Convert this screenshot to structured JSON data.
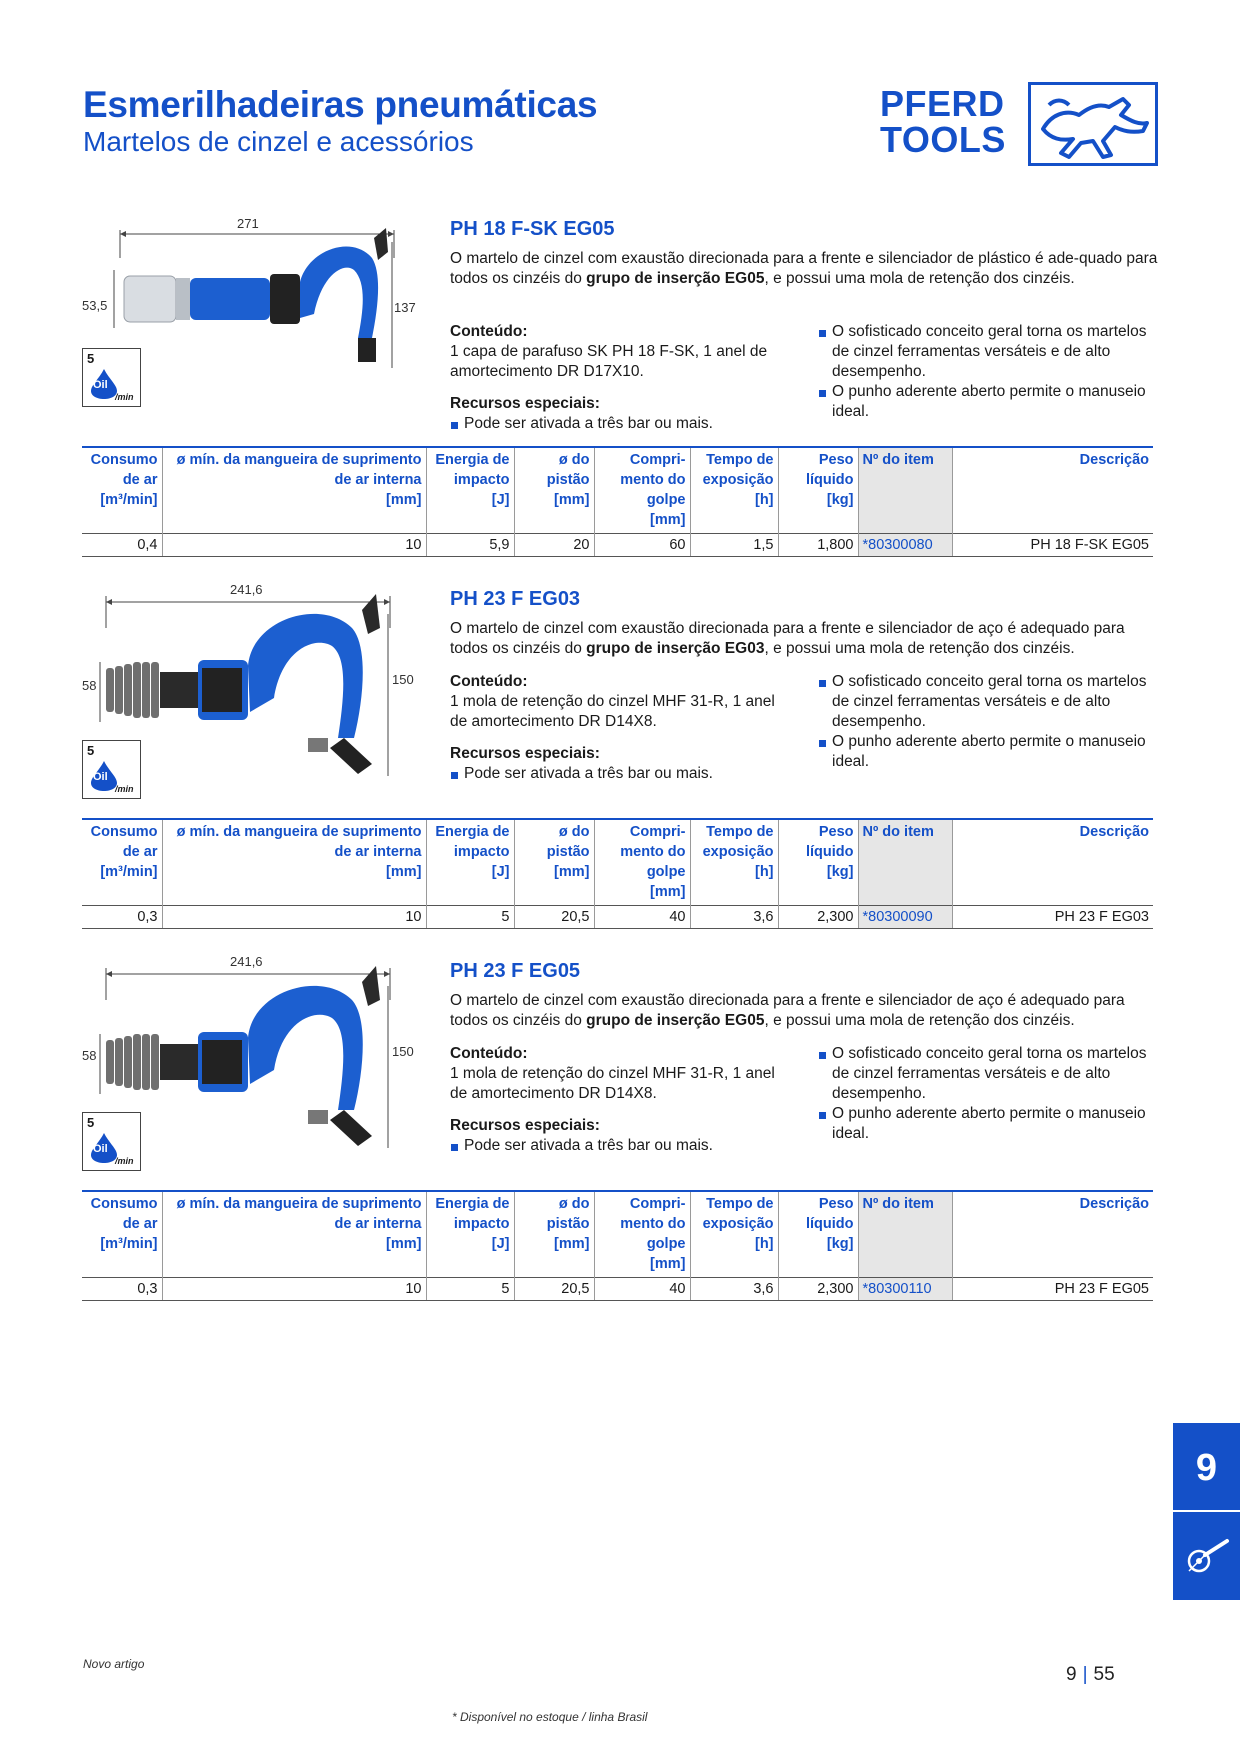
{
  "header": {
    "title": "Esmerilhadeiras pneumáticas",
    "subtitle": "Martelos de cinzel e acessórios",
    "logo_line1": "PFERD",
    "logo_line2": "TOOLS"
  },
  "labels": {
    "contents": "Conteúdo:",
    "special": "Recursos especiais:",
    "oil_num": "5",
    "oil_label": "Oil",
    "oil_unit": "/min"
  },
  "table_headers": {
    "c1": [
      "Consumo",
      "de ar",
      "[m³/min]"
    ],
    "c2": [
      "ø mín. da mangueira de suprimento",
      "de ar interna",
      "[mm]"
    ],
    "c3": [
      "Energia de",
      "impacto",
      "[J]"
    ],
    "c4": [
      "ø do",
      "pistão",
      "[mm]"
    ],
    "c5": [
      "Compri-",
      "mento do",
      "golpe",
      "[mm]"
    ],
    "c6": [
      "Tempo de",
      "exposição",
      "[h]"
    ],
    "c7": [
      "Peso",
      "líquido",
      "[kg]"
    ],
    "c8": [
      "Nº do item"
    ],
    "c9": [
      "Descrição"
    ]
  },
  "products": [
    {
      "title": "PH 18 F-SK EG05",
      "desc_a": "O martelo de cinzel com exaustão direcionada para a frente e silenciador de plástico é ade-quado para todos os cinzéis do ",
      "desc_b": "grupo de inserção EG05",
      "desc_c": ", e possui uma mola de retenção dos cinzéis.",
      "contents": "1 capa de parafuso SK PH 18 F-SK, 1 anel de amortecimento DR D17X10.",
      "special": "Pode ser ativada a três bar ou mais.",
      "features": [
        "O sofisticado conceito geral torna os martelos de cinzel ferramentas versáteis e de alto desempenho.",
        "O punho aderente aberto permite o manuseio ideal."
      ],
      "dim_length": "271",
      "dim_diameter": "53,5",
      "dim_height": "137",
      "row": [
        "0,4",
        "10",
        "5,9",
        "20",
        "60",
        "1,5",
        "1,800",
        "*80300080",
        "PH 18 F-SK EG05"
      ]
    },
    {
      "title": "PH 23 F EG03",
      "desc_a": "O martelo de cinzel com exaustão direcionada para a frente e silenciador de aço é adequado para todos os cinzéis do ",
      "desc_b": "grupo de inserção EG03",
      "desc_c": ", e possui uma mola de retenção dos cinzéis.",
      "contents": "1 mola de retenção do cinzel MHF 31-R, 1 anel de amortecimento DR D14X8.",
      "special": "Pode ser ativada a três bar ou mais.",
      "features": [
        "O sofisticado conceito geral torna os martelos de cinzel ferramentas versáteis e de alto desempenho.",
        "O punho aderente aberto permite o manuseio ideal."
      ],
      "dim_length": "241,6",
      "dim_diameter": "58",
      "dim_height": "150",
      "row": [
        "0,3",
        "10",
        "5",
        "20,5",
        "40",
        "3,6",
        "2,300",
        "*80300090",
        "PH 23 F EG03"
      ]
    },
    {
      "title": "PH 23 F EG05",
      "desc_a": "O martelo de cinzel com exaustão direcionada para a frente e silenciador de aço é adequado para todos os cinzéis do ",
      "desc_b": "grupo de inserção EG05",
      "desc_c": ", e possui uma mola de retenção dos cinzéis.",
      "contents": "1 mola de retenção do cinzel MHF 31-R, 1 anel de amortecimento DR D14X8.",
      "special": "Pode ser ativada a três bar ou mais.",
      "features": [
        "O sofisticado conceito geral torna os martelos de cinzel ferramentas versáteis e de alto desempenho.",
        "O punho aderente aberto permite o manuseio ideal."
      ],
      "dim_length": "241,6",
      "dim_diameter": "58",
      "dim_height": "150",
      "row": [
        "0,3",
        "10",
        "5",
        "20,5",
        "40",
        "3,6",
        "2,300",
        "*80300110",
        "PH 23 F EG05"
      ]
    }
  ],
  "side_tab": {
    "number": "9",
    "icon": "angle-grinder-icon"
  },
  "footer": {
    "new_item": "Novo artigo",
    "page_chapter": "9",
    "page_number": "55",
    "availability": "* Disponível no estoque / linha Brasil"
  },
  "colors": {
    "brand_blue": "#1450c8",
    "item_cell_bg": "#e6e6e6"
  }
}
